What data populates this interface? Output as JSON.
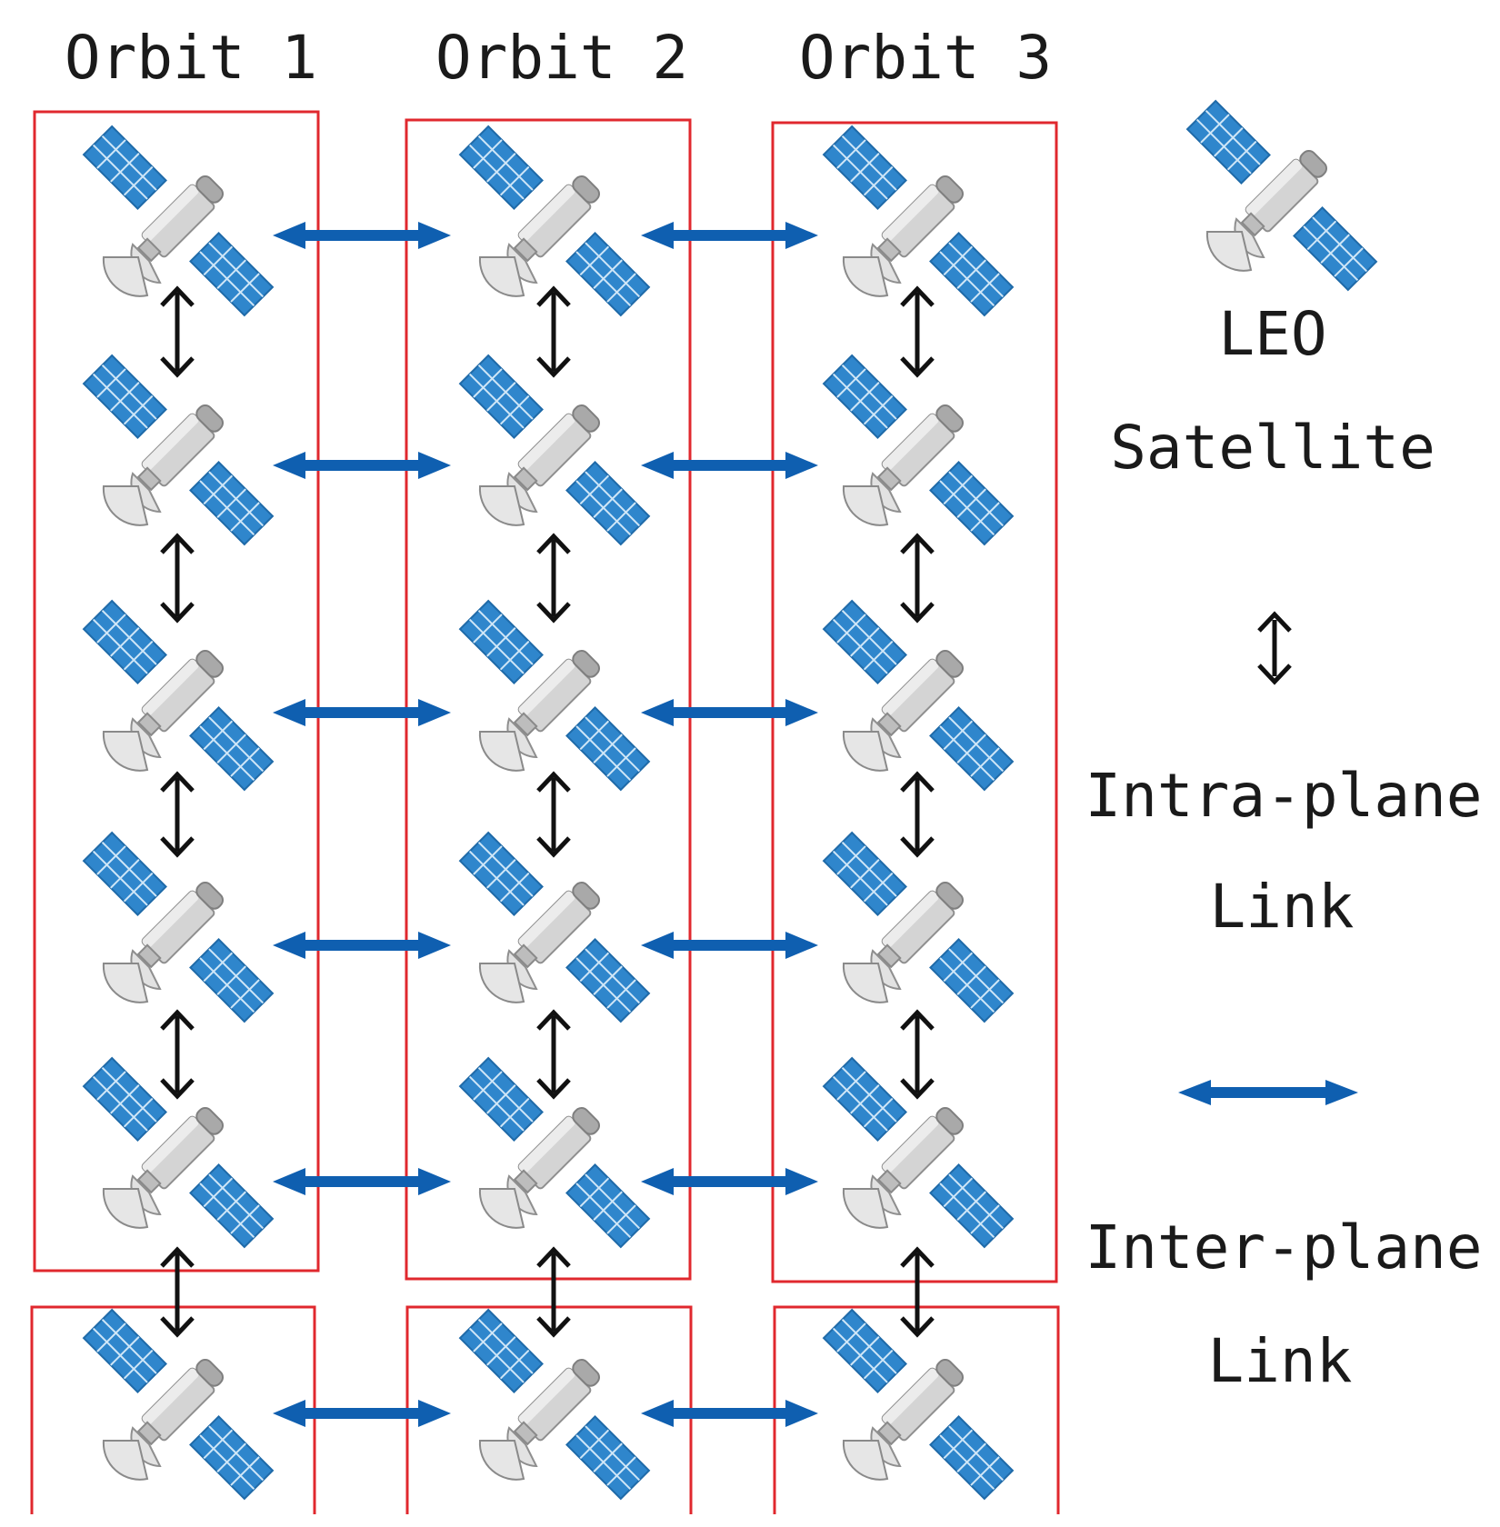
{
  "orbits": [
    {
      "title": "Orbit 1"
    },
    {
      "title": "Orbit 2"
    },
    {
      "title": "Orbit 3"
    }
  ],
  "satellites_per_orbit_upper_box": 5,
  "satellites_per_orbit_lower_box": 1,
  "legend": {
    "satellite_label_line1": "LEO",
    "satellite_label_line2": "Satellite",
    "intra_label_line1": "Intra-plane",
    "intra_label_line2": "Link",
    "inter_label_line1": "Inter-plane",
    "inter_label_line2": "Link"
  },
  "colors": {
    "orbit_box": "#e0282e",
    "inter_plane_link": "#0f5fb0",
    "intra_plane_link": "#111111",
    "solar_panel": "#2f86cc",
    "satellite_body": "#d4d4d4"
  },
  "icons": {
    "satellite": "satellite-icon",
    "intra_link": "double-arrow-vertical-icon",
    "inter_link": "double-arrow-horizontal-icon"
  }
}
